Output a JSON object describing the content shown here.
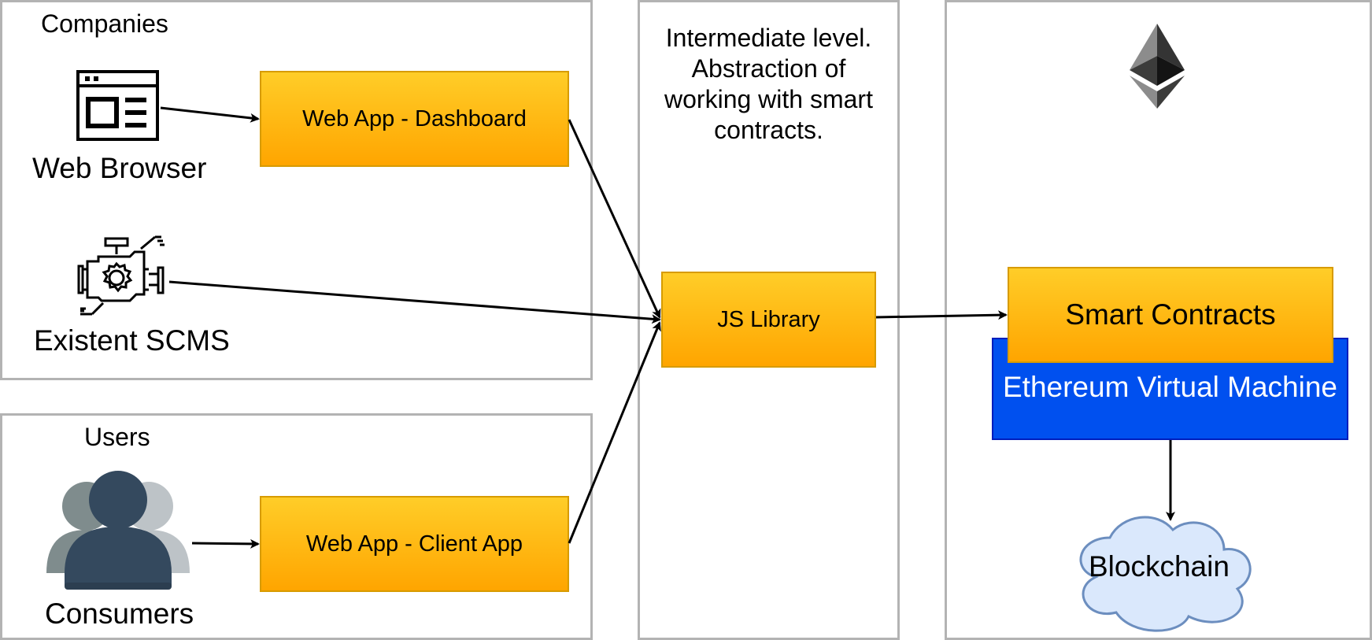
{
  "panels": {
    "companies": {
      "title": "Companies"
    },
    "users": {
      "title": "Users"
    },
    "intermediate": {
      "text": "Intermediate level.\nAbstraction of\nworking with smart\ncontracts."
    }
  },
  "actors": {
    "web_browser": "Web Browser",
    "existent_scms": "Existent SCMS",
    "consumers": "Consumers"
  },
  "boxes": {
    "dashboard": "Web App - Dashboard",
    "client_app": "Web App - Client App",
    "js_library": "JS Library",
    "smart_contracts": "Smart Contracts",
    "evm": "Ethereum Virtual Machine",
    "blockchain": "Blockchain"
  },
  "icons": {
    "browser": "web-browser-icon",
    "engine": "engine-gear-icon",
    "users": "users-group-icon",
    "ethereum": "ethereum-logo-icon",
    "cloud": "cloud-shape"
  },
  "colors": {
    "box_fill_top": "#ffcd28",
    "box_fill_bottom": "#ffa500",
    "box_border": "#d79b00",
    "evm_fill": "#0050ef",
    "cloud_fill": "#dae8fc",
    "cloud_border": "#6c8ebf",
    "panel_border": "#b3b3b3",
    "user_front": "#34495e",
    "user_back_left": "#7f8c8d",
    "user_back_right": "#bdc3c7"
  }
}
